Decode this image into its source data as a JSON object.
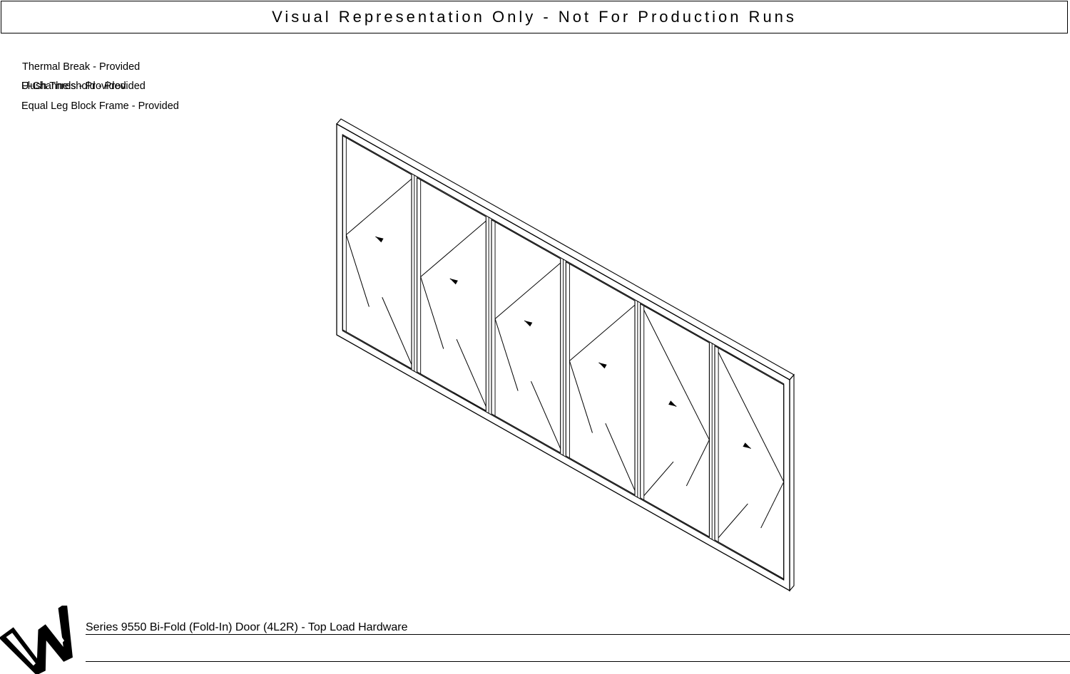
{
  "banner": {
    "text": "Visual Representation Only - Not For Production Runs"
  },
  "notes": {
    "thermal_break": "Thermal Break - Provided",
    "u_channel": "U-Channels - Provided",
    "flush_threshold": "Flush Threshold - Provided",
    "equal_leg": "Equal Leg Block Frame - Provided"
  },
  "title_block": {
    "title": "Series 9550 Bi-Fold (Fold-In) Door (4L2R) - Top Load Hardware"
  },
  "door": {
    "panel_count": 6,
    "swing_directions": [
      "left",
      "left",
      "left",
      "left",
      "right",
      "right"
    ]
  },
  "logo": {
    "name": "w-logo"
  }
}
